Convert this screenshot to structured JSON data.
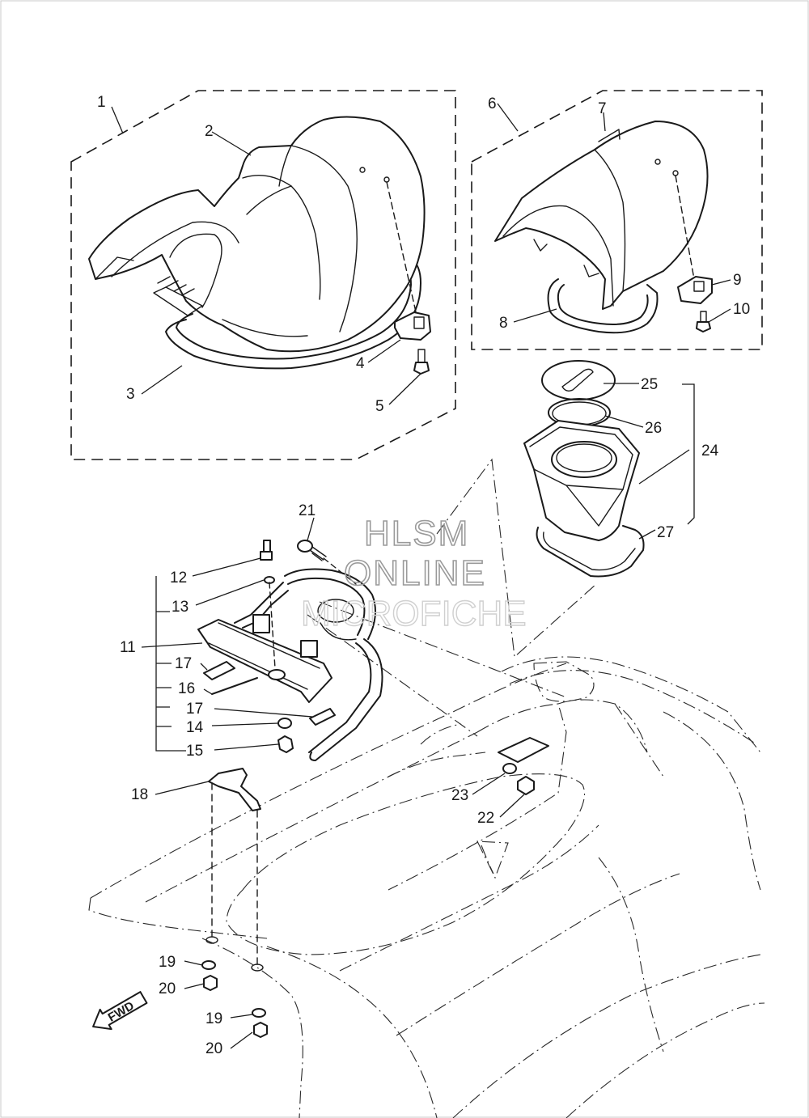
{
  "watermark": {
    "line1": "HLSM",
    "line2": "ONLINE",
    "line3": "MICROFICHE"
  },
  "direction_marker": "FWD",
  "callouts": [
    "1",
    "2",
    "3",
    "4",
    "5",
    "6",
    "7",
    "8",
    "9",
    "10",
    "11",
    "12",
    "13",
    "14",
    "15",
    "16",
    "17",
    "17",
    "18",
    "19",
    "20",
    "19",
    "20",
    "21",
    "22",
    "23",
    "24",
    "25",
    "26",
    "27"
  ],
  "colors": {
    "ink": "#1a1a1a",
    "watermark": "#9a9a9a",
    "background": "#ffffff"
  }
}
